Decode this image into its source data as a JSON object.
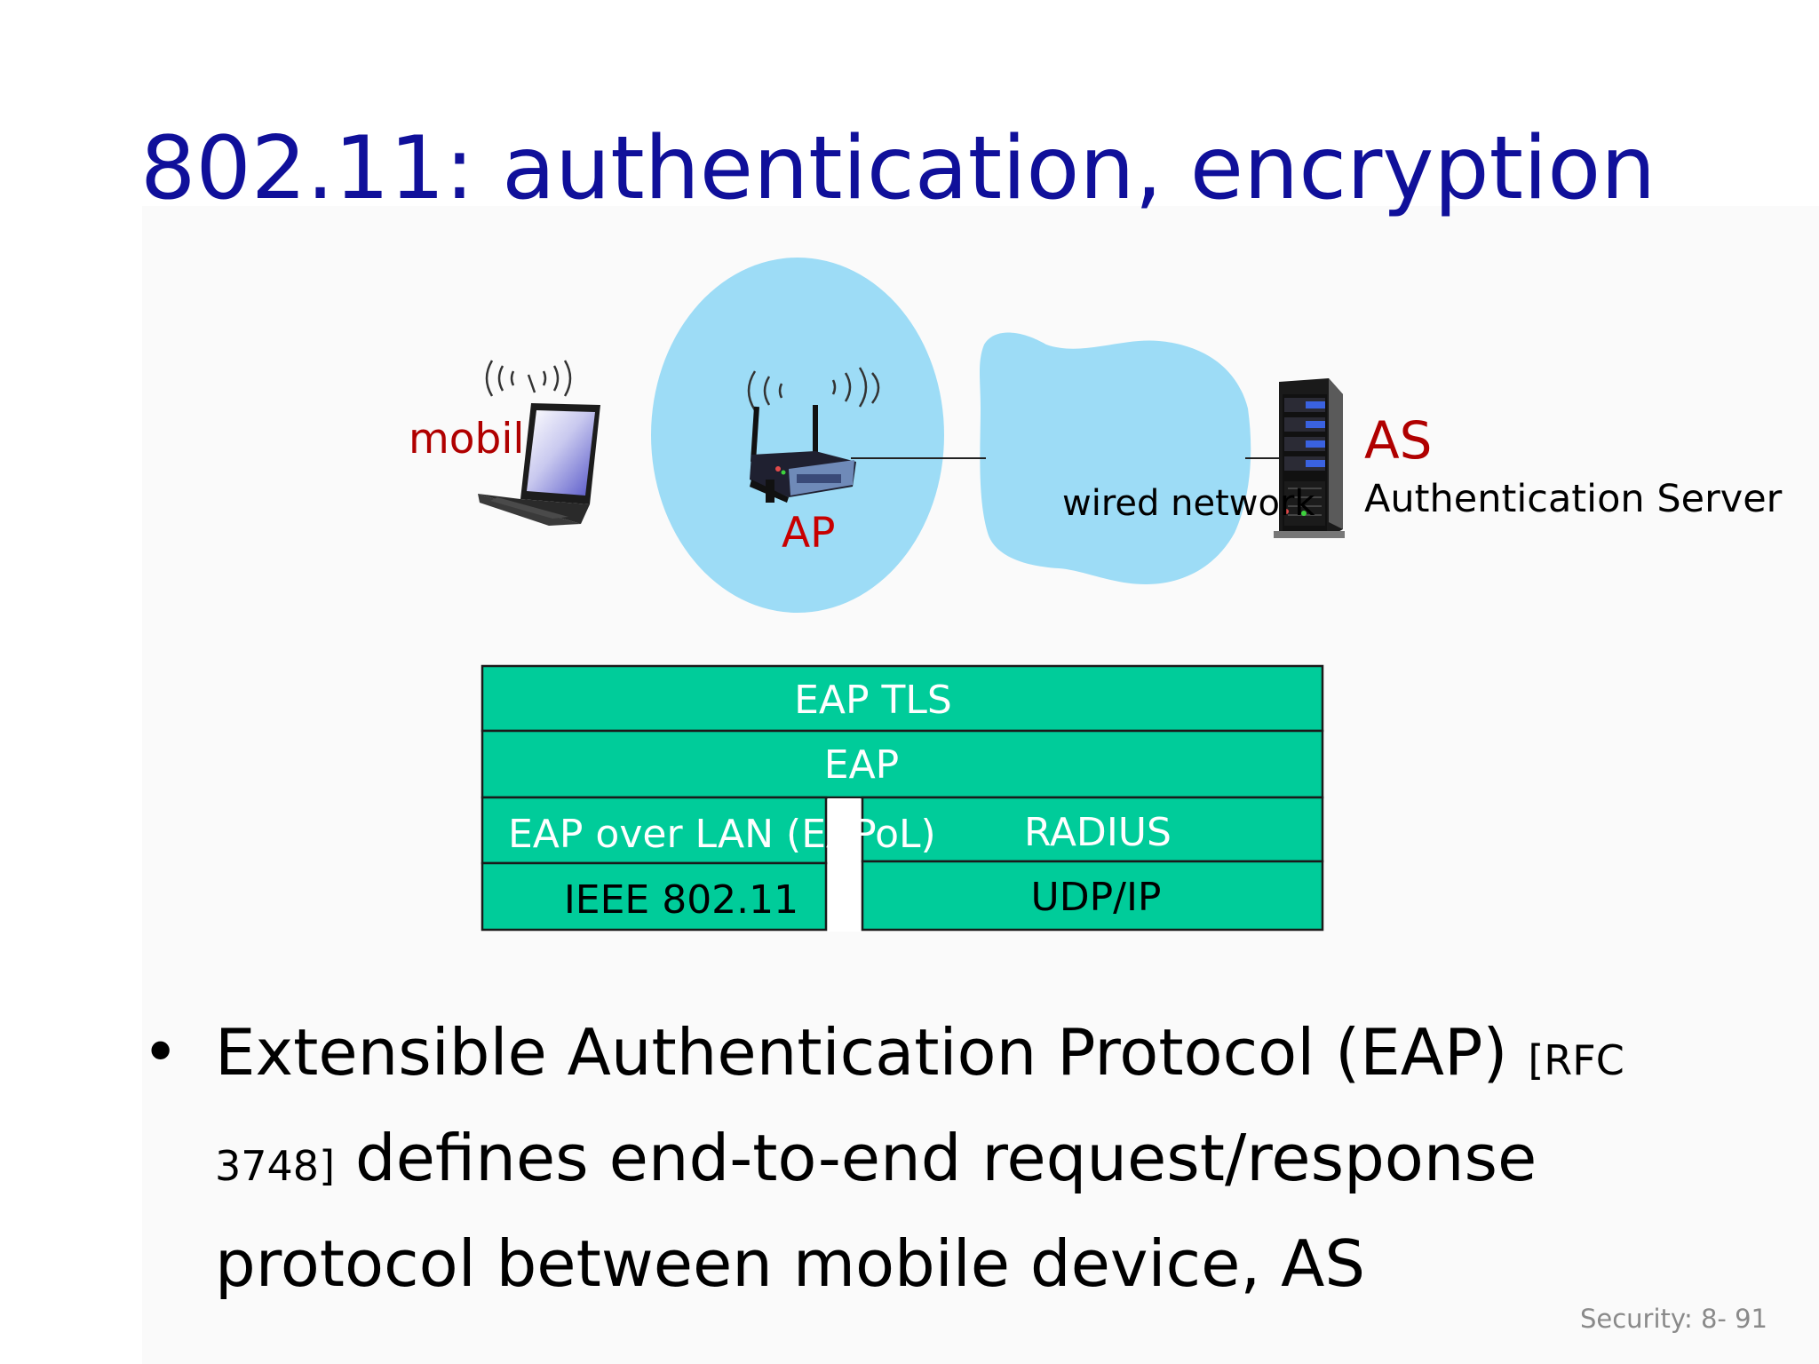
{
  "slide": {
    "title": "802.11: authentication, encryption",
    "page_number": "Security: 8- 91"
  },
  "diagram": {
    "mobile_label": "mobil",
    "ap_label": "AP",
    "network_label": "wired network",
    "as_label": "AS",
    "as_full_label": "Authentication Server",
    "protocol_stack": {
      "eap_tls": "EAP TLS",
      "eap": "EAP",
      "eapol": "EAP over LAN (EAPoL)",
      "ieee": "IEEE 802.11",
      "radius": "RADIUS",
      "udp_ip": "UDP/IP"
    }
  },
  "bullet": {
    "text_main": "Extensible Authentication Protocol (EAP) ",
    "ref_part1": "[RFC",
    "ref_part2": "3748]",
    "text_rest": " defines end-to-end request/response protocol between mobile device, AS"
  },
  "colors": {
    "title": "#10109a",
    "label_red": "#b00000",
    "cloud": "#9ddcf6",
    "stack_fill": "#00cc9a",
    "stack_stroke": "#1a1a1a"
  }
}
